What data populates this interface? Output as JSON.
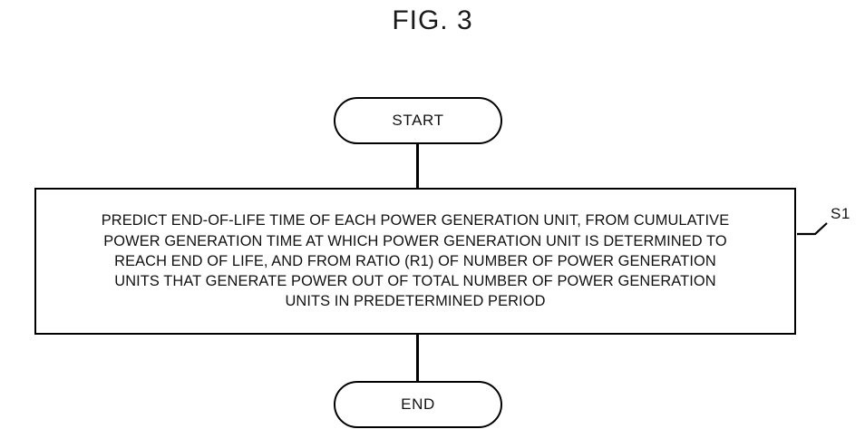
{
  "figure": {
    "title": "FIG. 3"
  },
  "flowchart": {
    "start": {
      "label": "START"
    },
    "process": {
      "label": "PREDICT END-OF-LIFE TIME OF EACH POWER GENERATION UNIT, FROM CUMULATIVE\nPOWER GENERATION TIME AT WHICH POWER GENERATION UNIT IS DETERMINED TO\nREACH END OF LIFE, AND FROM RATIO (R1) OF NUMBER OF POWER GENERATION\nUNITS THAT GENERATE POWER OUT OF TOTAL NUMBER OF POWER GENERATION\nUNITS IN PREDETERMINED PERIOD",
      "step_label": "S1"
    },
    "end": {
      "label": "END"
    }
  },
  "colors": {
    "stroke": "#000000",
    "background": "#ffffff",
    "text": "#111111"
  }
}
